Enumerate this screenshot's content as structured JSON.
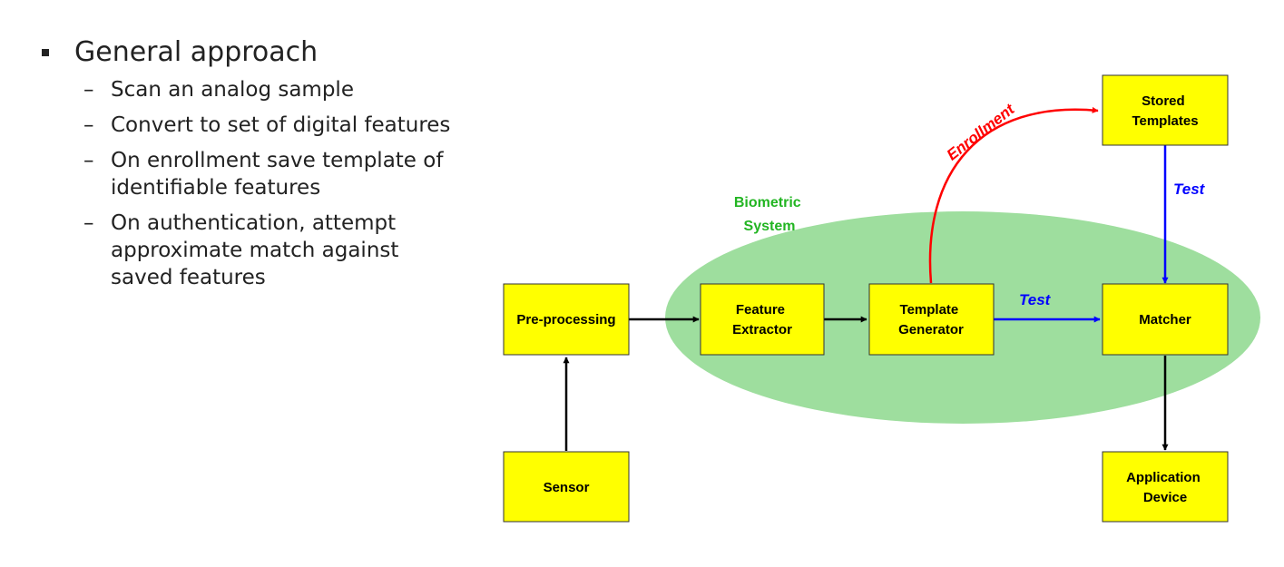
{
  "slide": {
    "heading": "General approach",
    "bullets": [
      "Scan an analog sample",
      "Convert to set of digital features",
      "On enrollment save template of identifiable features",
      "On authentication, attempt approximate match against saved features"
    ]
  },
  "diagram": {
    "colors": {
      "box_fill": "#ffff00",
      "system_fill": "#9ede9e",
      "enrollment": "#ff0000",
      "test": "#0000ff",
      "flow": "#000000",
      "system_label": "#22b522"
    },
    "system_label": [
      "Biometric",
      "System"
    ],
    "nodes": {
      "pre_processing": [
        "Pre-processing"
      ],
      "feature_extractor": [
        "Feature",
        "Extractor"
      ],
      "template_generator": [
        "Template",
        "Generator"
      ],
      "matcher": [
        "Matcher"
      ],
      "stored_templates": [
        "Stored",
        "Templates"
      ],
      "sensor": [
        "Sensor"
      ],
      "application_device": [
        "Application",
        "Device"
      ]
    },
    "edges": {
      "enrollment": "Enrollment",
      "test_stored": "Test",
      "test_generator": "Test"
    }
  }
}
